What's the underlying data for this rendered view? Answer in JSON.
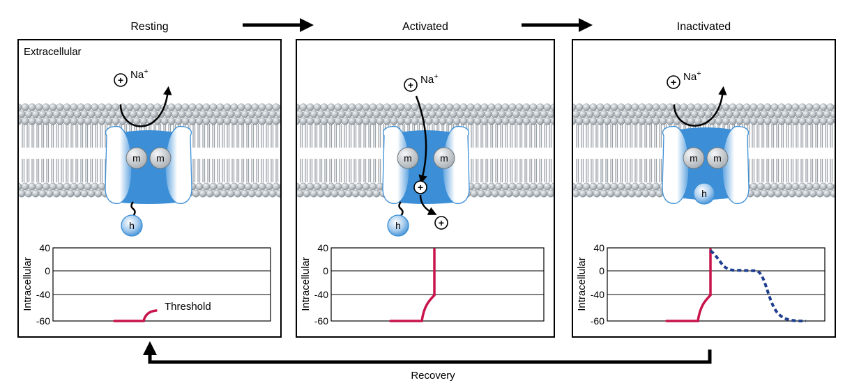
{
  "stages": [
    {
      "title": "Resting",
      "region_label": "Extracellular",
      "ion_label": "Na",
      "ion_sup": "+",
      "gates": [
        "m",
        "m"
      ],
      "h_gate": "h",
      "annotation": "Threshold"
    },
    {
      "title": "Activated",
      "ion_label": "Na",
      "ion_sup": "+",
      "gates": [
        "m",
        "m"
      ],
      "h_gate": "h"
    },
    {
      "title": "Inactivated",
      "ion_label": "Na",
      "ion_sup": "+",
      "gates": [
        "m",
        "m"
      ],
      "h_gate": "h"
    }
  ],
  "graph": {
    "ylabel": "Intracellular",
    "yticks": [
      "40",
      "0",
      "-40",
      "-60"
    ]
  },
  "recovery_label": "Recovery",
  "colors": {
    "channel_blue": "#3c8fd6",
    "membrane_head": "#b9bfc4",
    "trace_red": "#c8144b",
    "trace_dashed": "#1f3f8f",
    "gate_grey": "#c8cdd2"
  }
}
